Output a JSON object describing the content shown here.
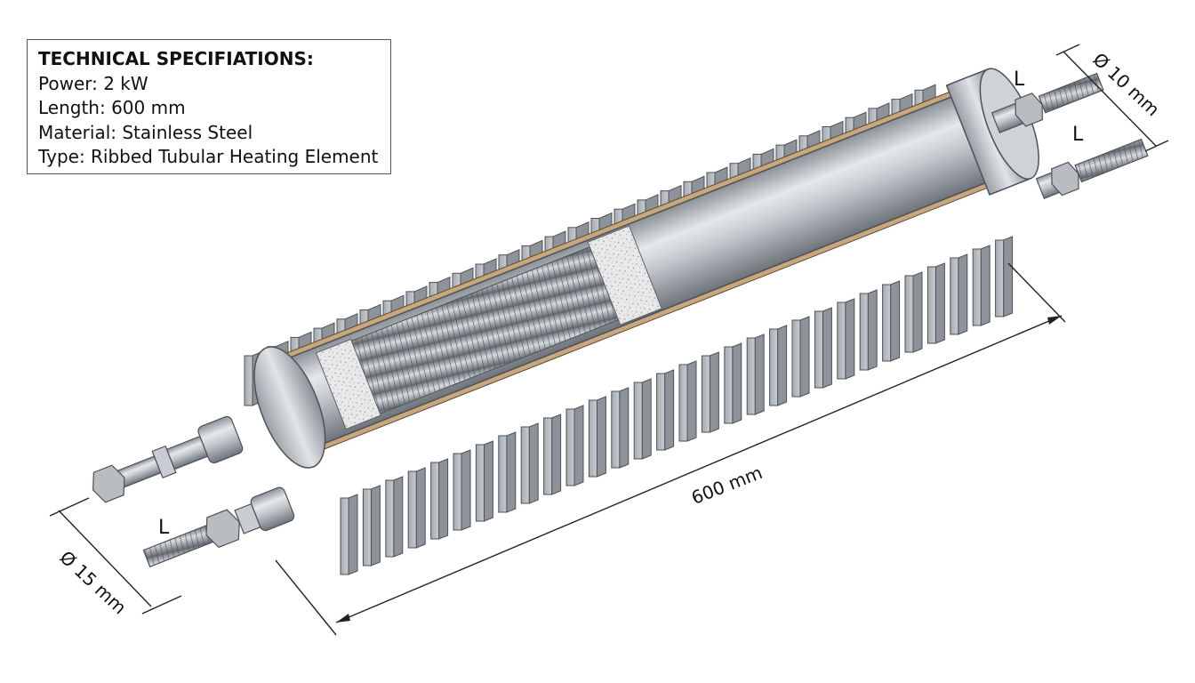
{
  "specs": {
    "title": "TECHNICAL SPECIFIATIONS:",
    "power": "Power: 2 kW",
    "length": "Length: 600 mm",
    "material": "Material: Stainless Steel",
    "type": "Type: Ribbed Tubular Heating Element"
  },
  "dimensions": {
    "length": "600 mm",
    "tube_diameter": "Ø 15 mm",
    "terminal_diameter": "Ø 10 mm"
  },
  "terminal_labels": {
    "left": "L",
    "right_top": "L",
    "right_mid": "L"
  },
  "colors": {
    "steel": "#b8bcc2",
    "steel_dark": "#6e737a",
    "insulation": "#c8a77c",
    "ceramic": "#e6e6e6"
  }
}
